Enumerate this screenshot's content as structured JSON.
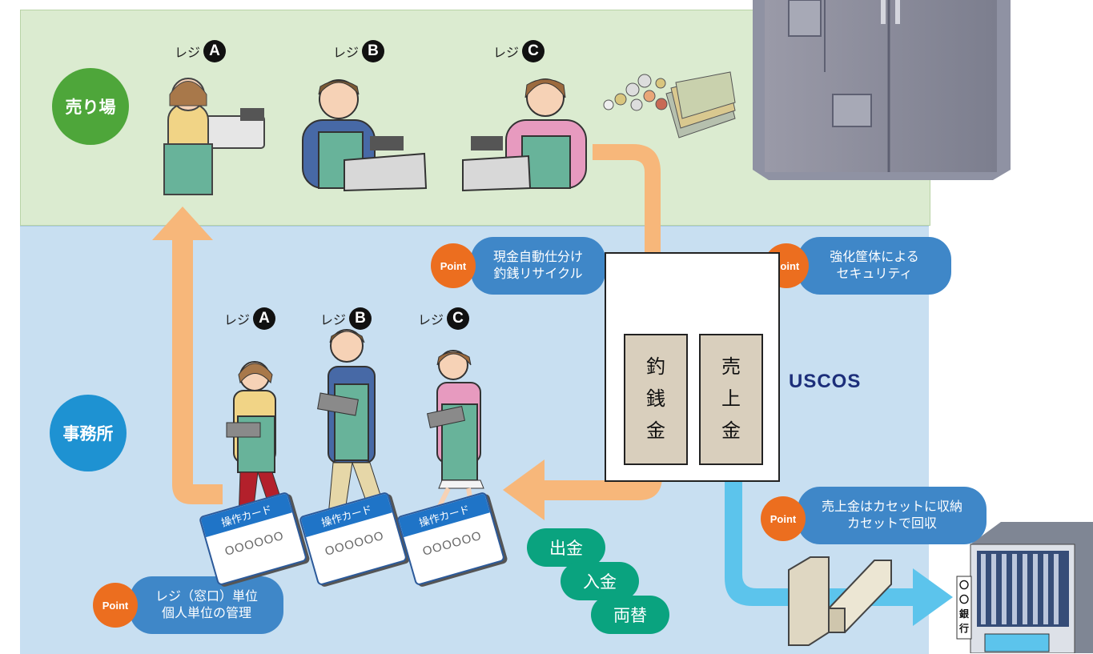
{
  "areas": {
    "sales_floor": "売り場",
    "office": "事務所"
  },
  "registers_top": [
    {
      "label": "レジ",
      "letter": "A"
    },
    {
      "label": "レジ",
      "letter": "B"
    },
    {
      "label": "レジ",
      "letter": "C"
    }
  ],
  "registers_bottom": [
    {
      "label": "レジ",
      "letter": "A"
    },
    {
      "label": "レジ",
      "letter": "B"
    },
    {
      "label": "レジ",
      "letter": "C"
    }
  ],
  "points": [
    {
      "badge": "Point",
      "line1": "現金自動仕分け",
      "line2": "釣銭リサイクル"
    },
    {
      "badge": "Point",
      "line1": "強化筐体による",
      "line2": "セキュリティ"
    },
    {
      "badge": "Point",
      "line1": "売上金はカセットに収納",
      "line2": "カセットで回収"
    },
    {
      "badge": "Point",
      "line1": "レジ（窓口）単位",
      "line2": "個人単位の管理"
    }
  ],
  "machine": {
    "name": "USCOS",
    "change_fund": [
      "釣",
      "銭",
      "金"
    ],
    "sales_proceeds": [
      "売",
      "上",
      "金"
    ]
  },
  "operations": [
    "出金",
    "入金",
    "両替"
  ],
  "card": {
    "title": "操作カード",
    "code": "OOOOOO"
  },
  "bank": {
    "sign": [
      "〇",
      "〇",
      "銀",
      "行"
    ]
  },
  "colors": {
    "orange_arrow": "#f7b77a",
    "blue_arrow": "#5cc4ec",
    "point": "#ec6e1f",
    "pill": "#3f87c8",
    "green": "#0aa37f"
  }
}
